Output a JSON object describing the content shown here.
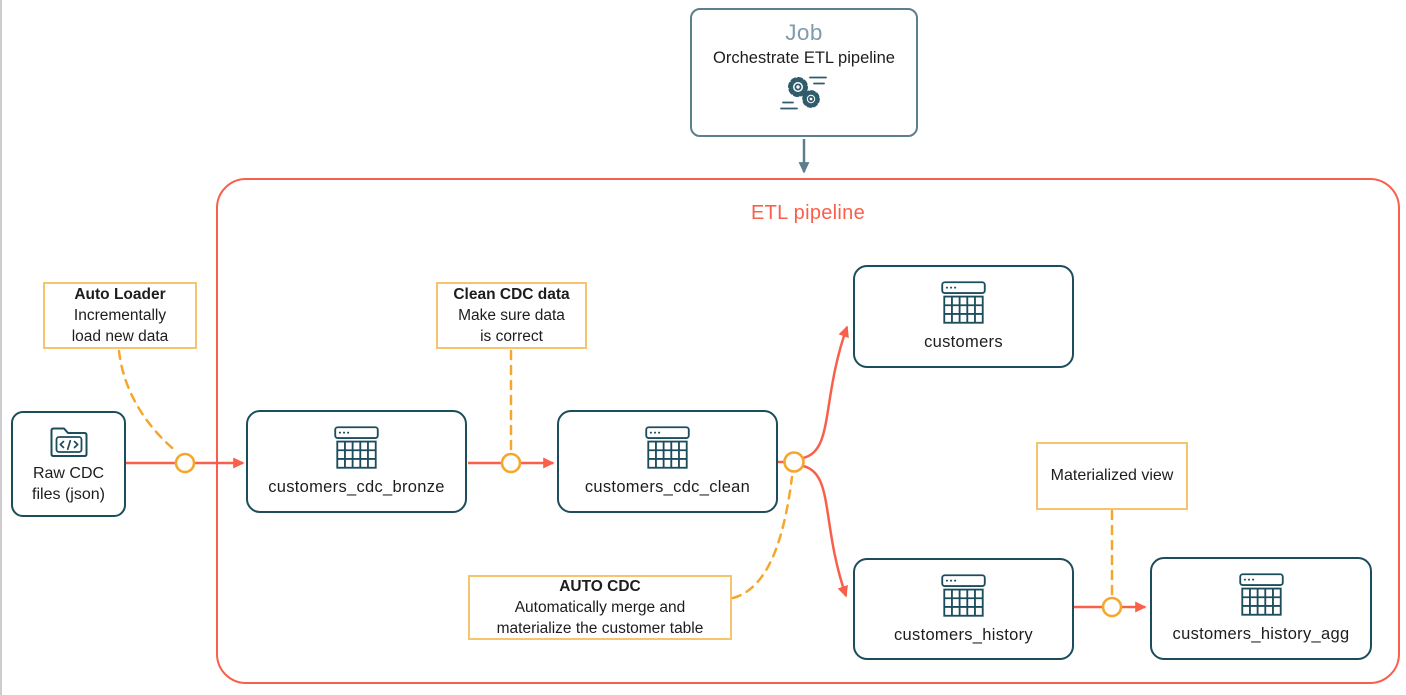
{
  "colors": {
    "accent_red": "#F9604B",
    "node_border_teal": "#1C4D5C",
    "connector_amber": "#F5A62C",
    "annotation_border": "#F6C46E",
    "job_slate": "#5C7E8E",
    "job_title_color": "#7E9CAC",
    "text": "#1D1D1F"
  },
  "job": {
    "title": "Job",
    "subtitle": "Orchestrate ETL pipeline",
    "icon": "gears-icon"
  },
  "pipeline": {
    "title": "ETL pipeline"
  },
  "source": {
    "icon": "code-folder-icon",
    "label_lines": [
      "Raw CDC",
      "files (json)"
    ]
  },
  "nodes": {
    "bronze": {
      "label": "customers_cdc_bronze",
      "icon": "table-icon"
    },
    "clean": {
      "label": "customers_cdc_clean",
      "icon": "table-icon"
    },
    "customers": {
      "label": "customers",
      "icon": "table-icon"
    },
    "history": {
      "label": "customers_history",
      "icon": "table-icon"
    },
    "history_agg": {
      "label": "customers_history_agg",
      "icon": "table-icon"
    }
  },
  "annotations": {
    "auto_loader": {
      "title": "Auto Loader",
      "lines": [
        "Incrementally",
        "load new data"
      ]
    },
    "clean_cdc": {
      "title": "Clean CDC data",
      "lines": [
        "Make sure data",
        "is correct"
      ]
    },
    "auto_cdc": {
      "title": "AUTO CDC",
      "lines": [
        "Automatically merge and",
        "materialize the customer table"
      ]
    },
    "materialized_view": {
      "label": "Materialized view"
    }
  }
}
